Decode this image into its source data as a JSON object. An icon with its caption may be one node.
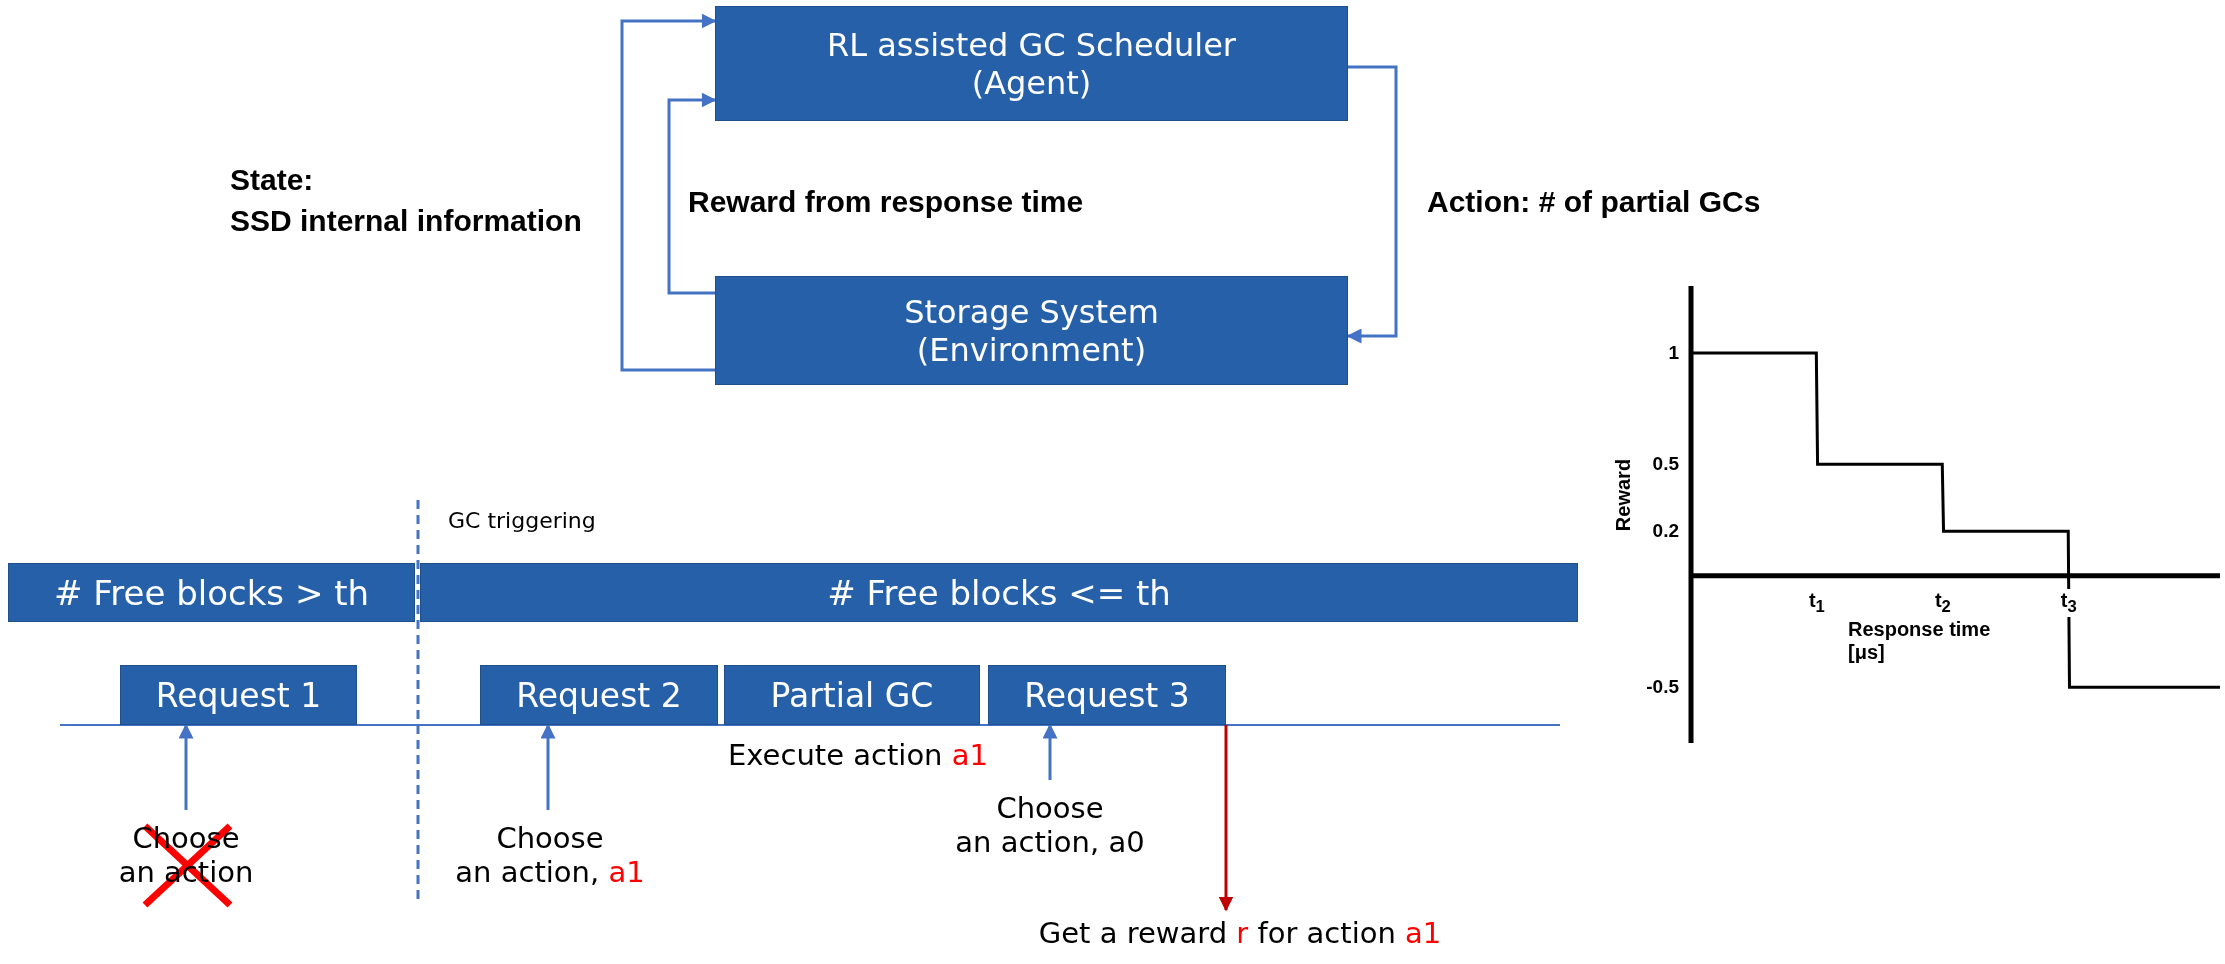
{
  "diagram": {
    "nodes": [
      {
        "text": [
          "RL assisted GC Scheduler (Agent)"
        ]
      },
      {
        "text": [
          "Storage System (Environment)"
        ]
      },
      {
        "text": [
          "# Free blocks > th"
        ]
      },
      {
        "text": [
          "# Free blocks <= th"
        ]
      },
      {
        "text": [
          "Request 1"
        ]
      },
      {
        "text": [
          "Request 2"
        ]
      },
      {
        "text": [
          "Partial GC"
        ]
      },
      {
        "text": [
          "Request 3"
        ]
      },
      {
        "text": [
          "Choose an action"
        ]
      },
      {
        "text": [
          "Choose an action, a1"
        ]
      },
      {
        "text": [
          "Choose an action, a0"
        ]
      },
      {
        "text": [
          "Get a reward r for action a1"
        ]
      }
    ],
    "edges": [
      {
        "from": 1,
        "to": 0,
        "arrow": "to",
        "label": "State: SSD internal information"
      },
      {
        "from": 1,
        "to": 0,
        "arrow": "to",
        "label": "Reward from response time"
      },
      {
        "from": 0,
        "to": 1,
        "arrow": "to",
        "label": "Action: # of partial GCs"
      },
      {
        "from": 8,
        "to": 4,
        "arrow": "to"
      },
      {
        "from": 9,
        "to": 5,
        "arrow": "to"
      },
      {
        "from": 10,
        "to": 7,
        "arrow": "to"
      },
      {
        "from": 7,
        "to": 11,
        "arrow": "to",
        "color": "#c00000"
      }
    ],
    "labels": [
      "GC triggering",
      "Execute action a1"
    ],
    "chart_data": {
      "type": "line",
      "xlabel": "Response time [μs]",
      "ylabel": "Reward",
      "x": [
        0,
        0.995,
        1.005,
        1.995,
        2.005,
        2.995,
        3.005,
        4.2
      ],
      "series": [
        {
          "color": "#000000",
          "values": [
            1,
            1,
            0.5,
            0.5,
            0.2,
            0.2,
            -0.5,
            -0.5
          ]
        }
      ],
      "xlim": [
        0,
        4.2
      ],
      "ylim": [
        -0.75,
        1.3
      ],
      "xticks": [
        {
          "value": 1,
          "label": "t$_{1}$"
        },
        {
          "value": 2,
          "label": "t$_{2}$"
        },
        {
          "value": 3,
          "label": "t$_{3}$"
        }
      ],
      "yticks": [
        1,
        0.5,
        0.2,
        -0.5
      ]
    }
  }
}
